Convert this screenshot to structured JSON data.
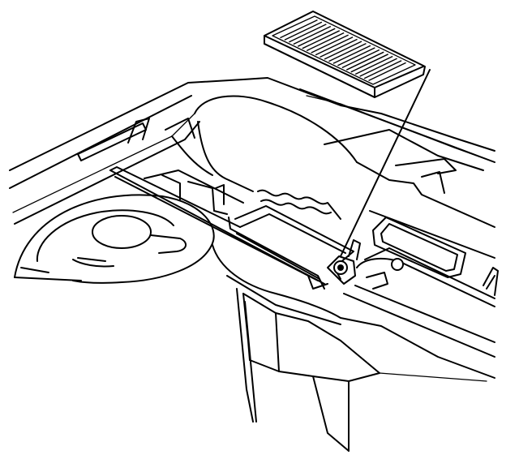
{
  "figure": {
    "type": "technical line drawing",
    "components": [
      "cabin-air-filter",
      "filter-housing",
      "filter-retainer-screw",
      "leader-line"
    ],
    "line_color": "#000000",
    "background": "#ffffff"
  }
}
